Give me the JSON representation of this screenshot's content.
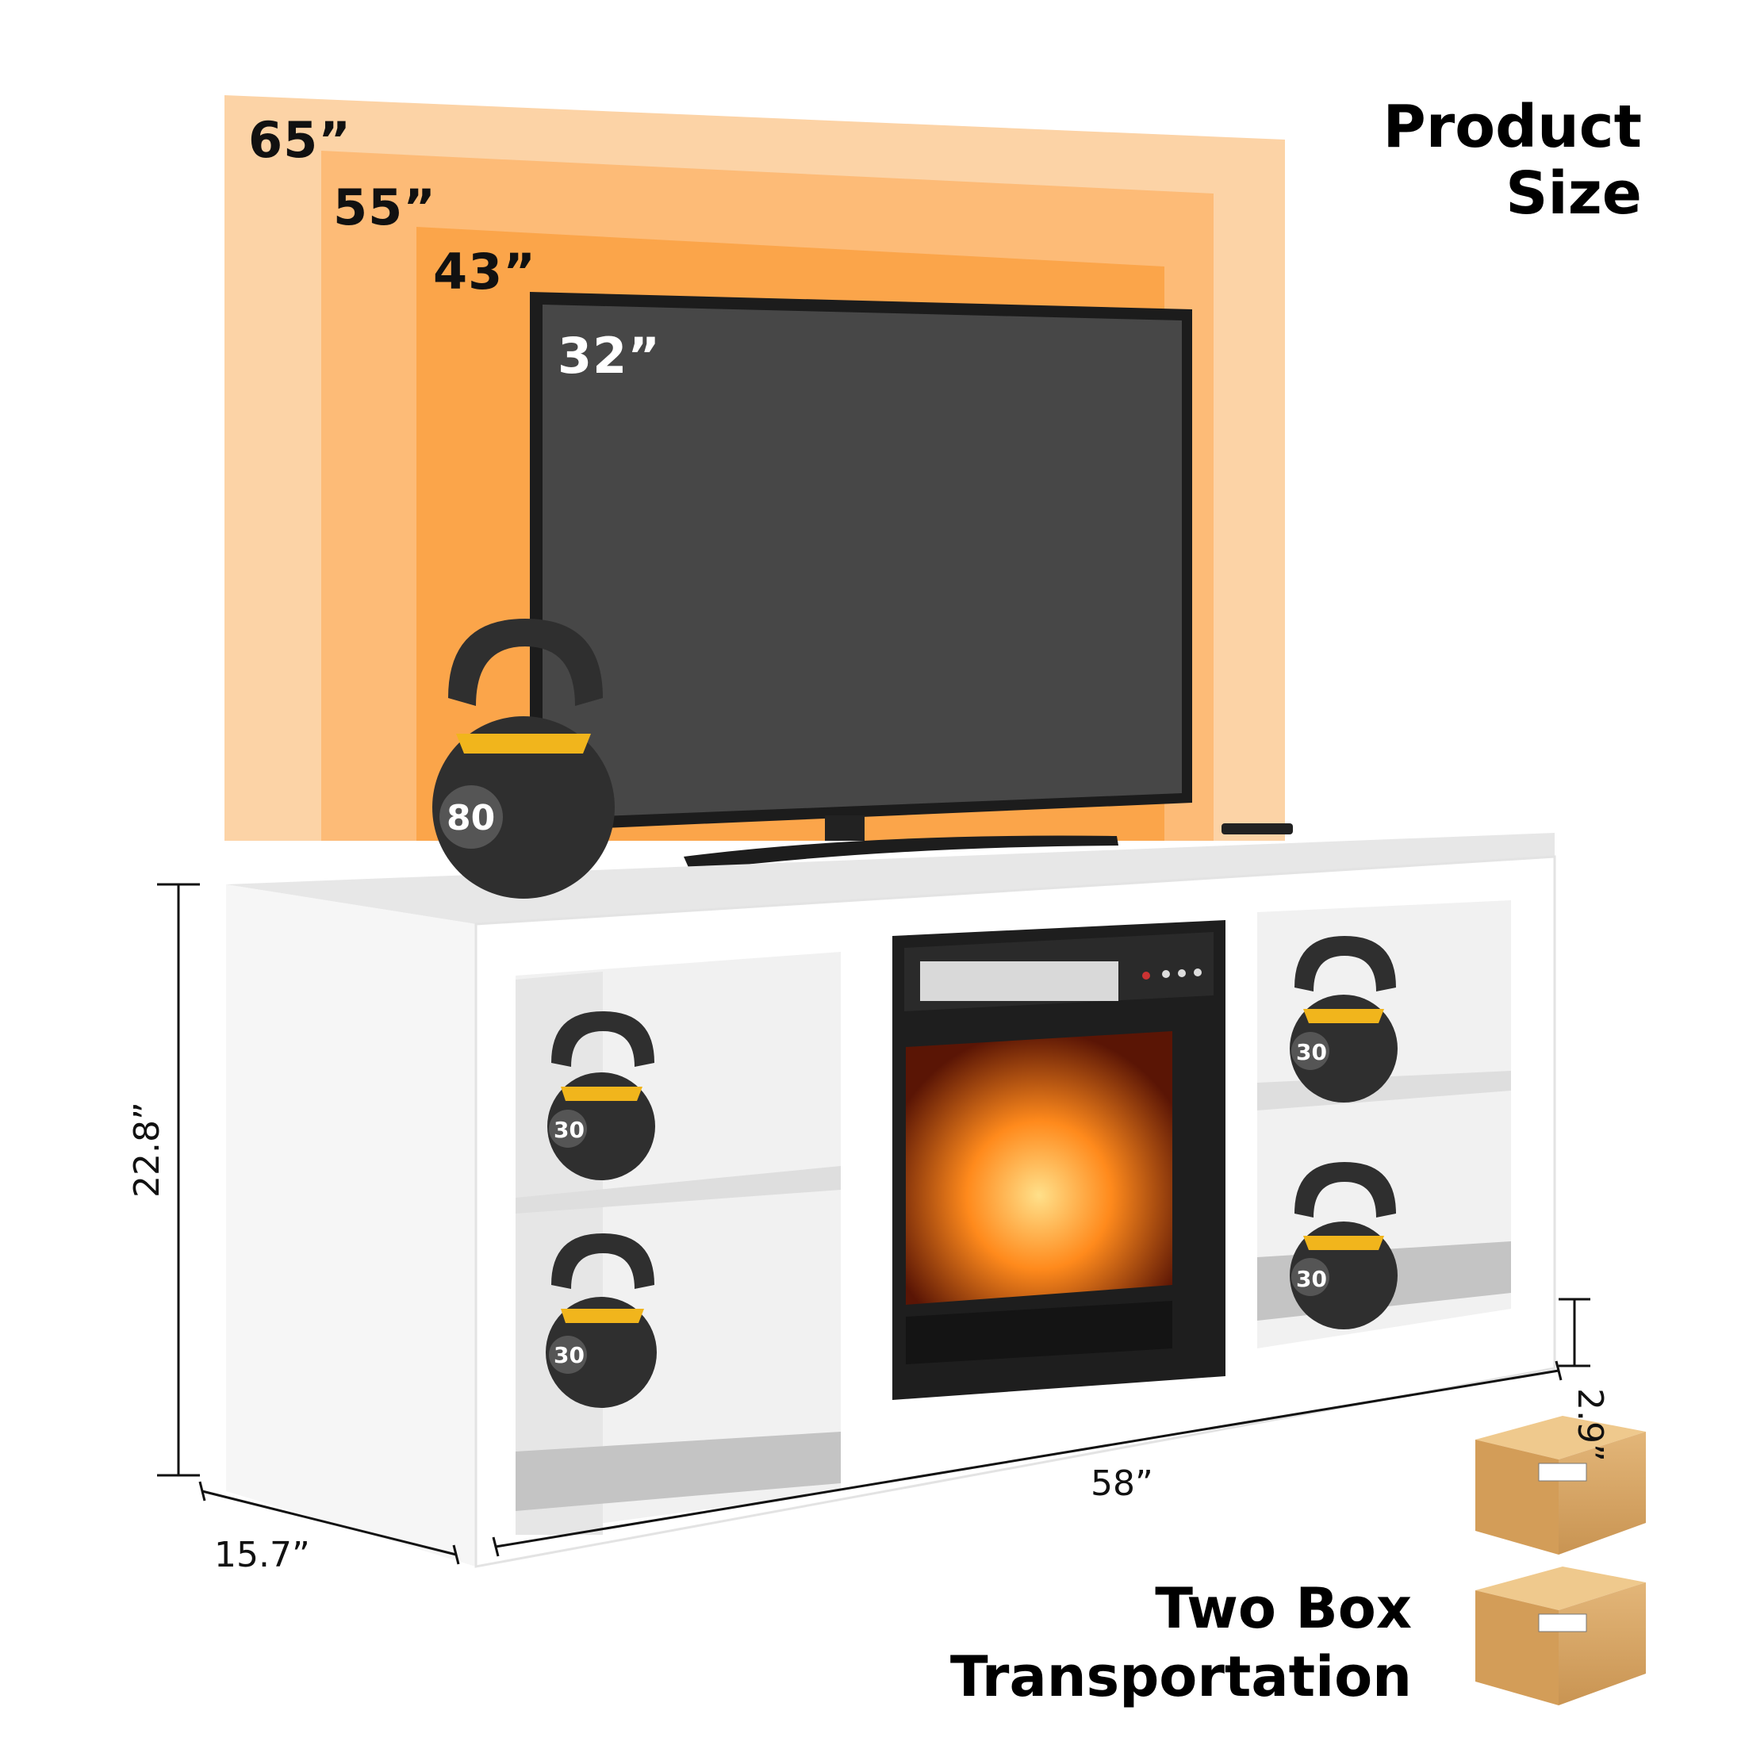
{
  "heading": {
    "line1": "Product",
    "line2": "Size"
  },
  "tv_sizes": [
    {
      "label": "65”",
      "color": "#fcd3a6"
    },
    {
      "label": "55”",
      "color": "#fdbb77"
    },
    {
      "label": "43”",
      "color": "#fba54a"
    },
    {
      "label": "32”",
      "color": "#4a4a4a"
    }
  ],
  "dimensions": {
    "height": "22.8”",
    "width": "58”",
    "depth": "15.7”",
    "leg_height": "2.9”"
  },
  "kettlebells": {
    "top": "80",
    "shelf_left_top": "30",
    "shelf_left_bottom": "30",
    "shelf_right_top": "30",
    "shelf_right_bottom": "30"
  },
  "shipping": {
    "line1": "Two Box",
    "line2": "Transportation"
  },
  "colors": {
    "accent": "#f5a33a",
    "kettlebell": "#2f2f2f",
    "band": "#f1b51c",
    "cabinet": "#ffffff"
  }
}
